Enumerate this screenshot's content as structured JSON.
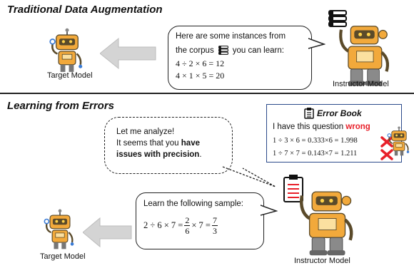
{
  "top": {
    "title": "Traditional Data Augmentation",
    "bubble_line1": "Here are some instances from",
    "bubble_line2a": "the corpus",
    "bubble_line2b": "you can learn:",
    "eq1": "4 ÷ 2 × 6 = 12",
    "eq2": "4 × 1 × 5 = 20",
    "target_label": "Target Model",
    "instructor_label": "Instructor Model"
  },
  "bottom": {
    "title": "Learning from Errors",
    "think_line1": "Let me analyze!",
    "think_line2": "It seems that you",
    "think_bold1": "have",
    "think_bold2": "issues with precision",
    "think_end": ".",
    "error_book_title": "Error Book",
    "error_text": "I have this question",
    "error_word": "wrong",
    "err1": "1 ÷ 3 × 6 = 0.333×6 = 1.998",
    "err2": "1 ÷ 7 × 7 = 0.143×7 = 1.211",
    "learn_text": "Learn the following sample:",
    "sample_lhs": "2 ÷ 6 × 7 =",
    "sample_f1_num": "2",
    "sample_f1_den": "6",
    "sample_mid": "× 7 =",
    "sample_f2_num": "7",
    "sample_f2_den": "3",
    "target_label": "Target Model",
    "instructor_label": "Instructor Model"
  },
  "colors": {
    "wrong": "#e8202a",
    "robot_body": "#f2a93b",
    "arrow": "#cfcfcf"
  }
}
